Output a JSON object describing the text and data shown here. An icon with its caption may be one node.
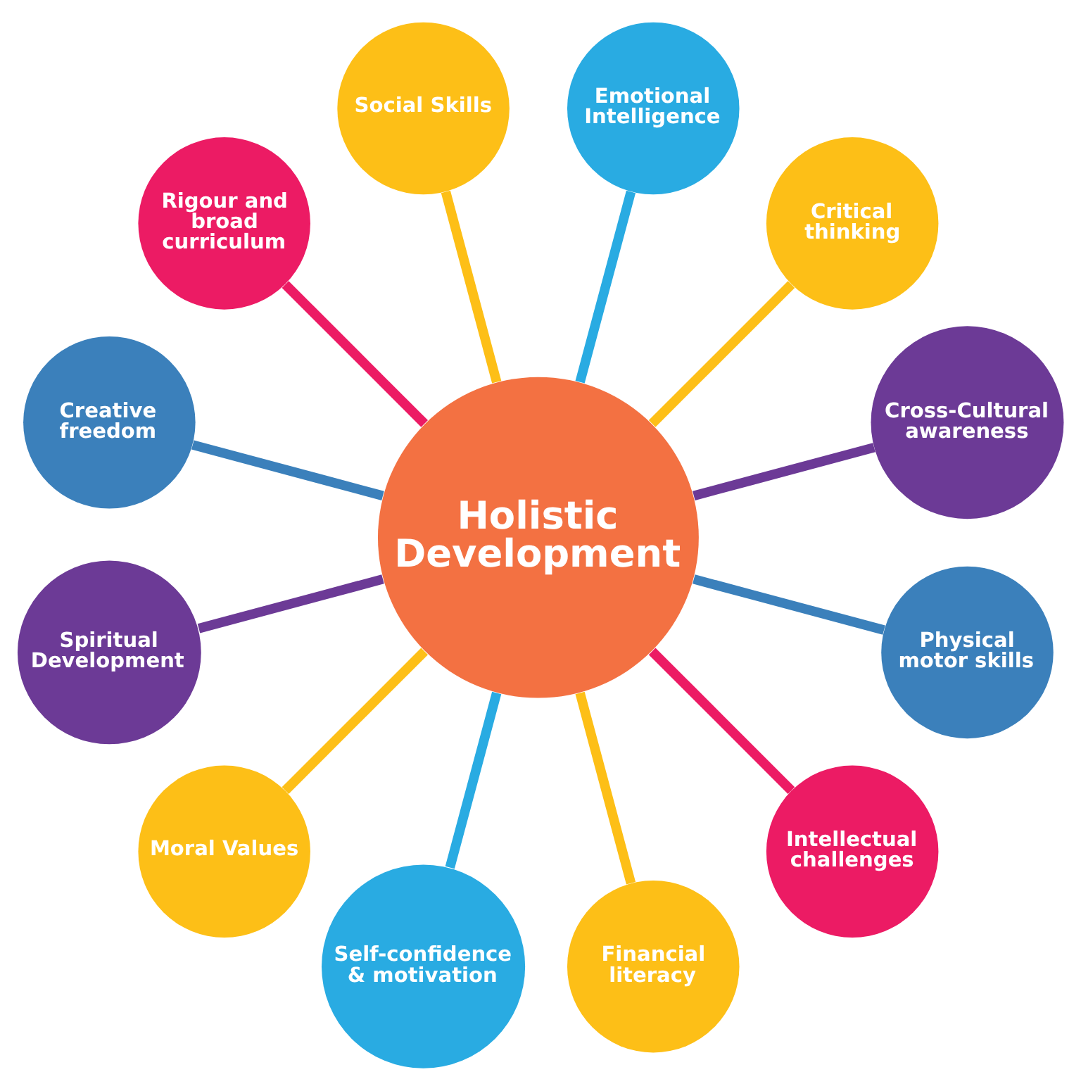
{
  "diagram": {
    "nodes": [
      {
        "text": [
          "Holistic Development"
        ]
      },
      {
        "text": [
          "Social Skills"
        ]
      },
      {
        "text": [
          "Emotional Intelligence"
        ]
      },
      {
        "text": [
          "Critical thinking"
        ]
      },
      {
        "text": [
          "Cross-Cultural awareness"
        ]
      },
      {
        "text": [
          "Physical motor skills"
        ]
      },
      {
        "text": [
          "Intellectual challenges"
        ]
      },
      {
        "text": [
          "Financial literacy"
        ]
      },
      {
        "text": [
          "Self-confidence & motivation"
        ]
      },
      {
        "text": [
          "Moral Values"
        ]
      },
      {
        "text": [
          "Spiritual Development"
        ]
      },
      {
        "text": [
          "Creative freedom"
        ]
      },
      {
        "text": [
          "Rigour and broad curriculum"
        ]
      }
    ],
    "edges": [
      {
        "from": 0,
        "to": 1,
        "arrow": "none"
      },
      {
        "from": 0,
        "to": 2,
        "arrow": "none",
        "color": "#29abe2"
      },
      {
        "from": 0,
        "to": 3,
        "arrow": "none"
      },
      {
        "from": 0,
        "to": 4,
        "arrow": "none",
        "color": "#6c3a96"
      },
      {
        "from": 0,
        "to": 5,
        "arrow": "none",
        "color": "#3b80bb"
      },
      {
        "from": 0,
        "to": 6,
        "arrow": "none",
        "color": "#ec1b64"
      },
      {
        "from": 0,
        "to": 7,
        "arrow": "none"
      },
      {
        "from": 0,
        "to": 8,
        "arrow": "none",
        "color": "#29abe2"
      },
      {
        "from": 0,
        "to": 9,
        "arrow": "none"
      },
      {
        "from": 0,
        "to": 10,
        "arrow": "none",
        "color": "#6c3a96"
      },
      {
        "from": 0,
        "to": 11,
        "arrow": "none",
        "color": "#3b80bb"
      },
      {
        "from": 0,
        "to": 12,
        "arrow": "none",
        "color": "#ec1b64"
      }
    ]
  }
}
